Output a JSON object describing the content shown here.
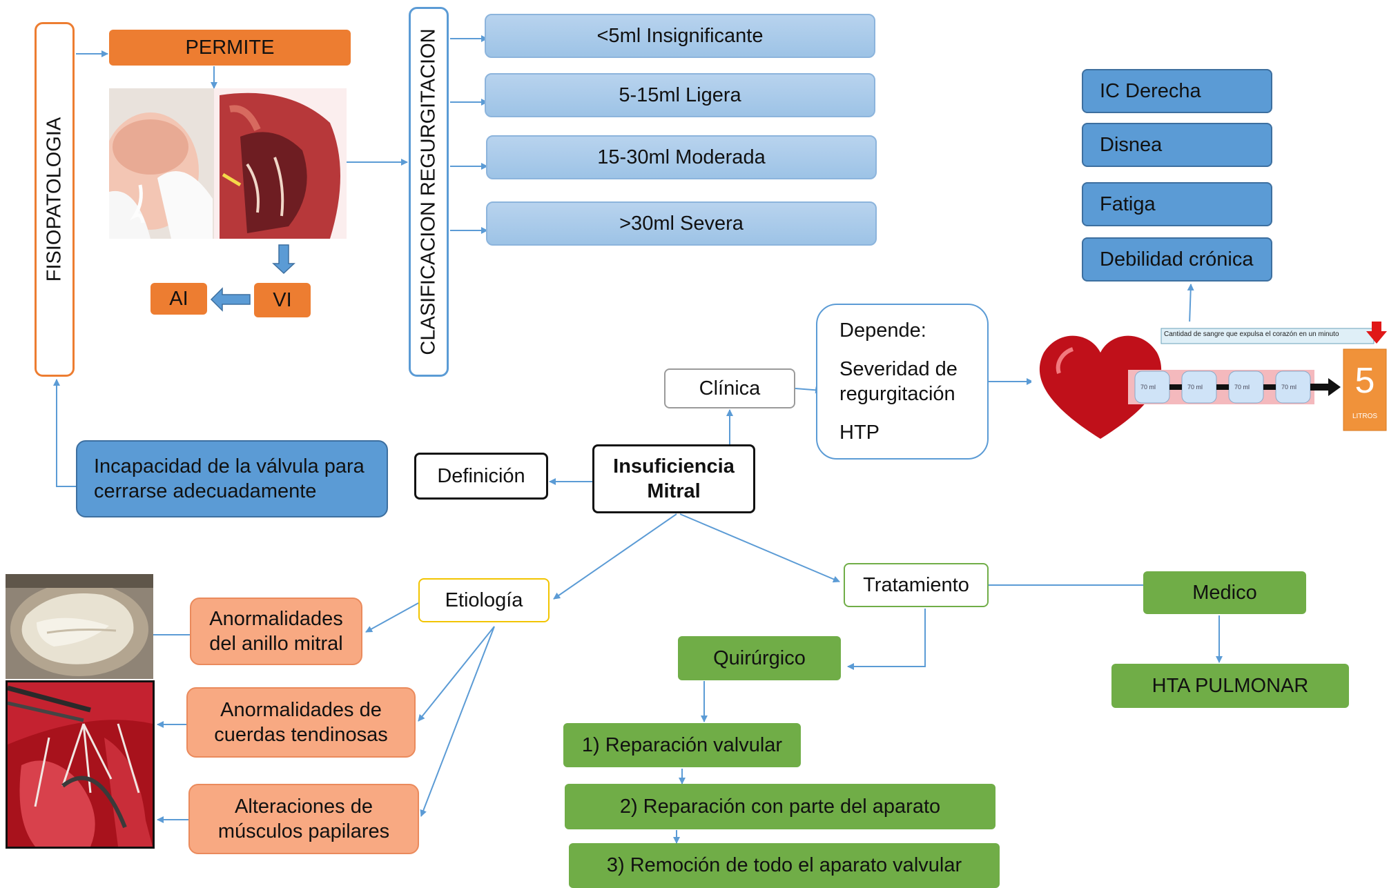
{
  "center": {
    "line1": "Insuficiencia",
    "line2": "Mitral"
  },
  "fisiopatologia": {
    "label": "FISIOPATOLOGIA",
    "permite": "PERMITE",
    "ai": "AI",
    "vi": "VI",
    "incapacidad_line1": "Incapacidad de la válvula para",
    "incapacidad_line2": "cerrarse adecuadamente"
  },
  "clasificacion": {
    "label": "CLASIFICACION REGURGITACION",
    "items": [
      "<5ml Insignificante",
      "5-15ml Ligera",
      "15-30ml Moderada",
      ">30ml Severa"
    ]
  },
  "definicion": "Definición",
  "clinica": {
    "label": "Clínica",
    "depende": "Depende:",
    "severidad_line1": "Severidad de",
    "severidad_line2": "regurgitación",
    "htp": "HTP",
    "symptoms": [
      "IC Derecha",
      "Disnea",
      "Fatiga",
      "Debilidad crónica"
    ],
    "infographic": {
      "caption": "Cantidad de sangre que expulsa el corazón en un minuto",
      "tube_label": "70 ml",
      "number": "5",
      "unit": "LITROS"
    }
  },
  "etiologia": {
    "label": "Etiología",
    "items": [
      {
        "line1": "Anormalidades",
        "line2": "del anillo mitral"
      },
      {
        "line1": "Anormalidades de",
        "line2": "cuerdas tendinosas"
      },
      {
        "line1": "Alteraciones de",
        "line2": "músculos papilares"
      }
    ]
  },
  "tratamiento": {
    "label": "Tratamiento",
    "medico": "Medico",
    "hta": "HTA PULMONAR",
    "quirurgico": "Quirúrgico",
    "steps": [
      "1) Reparación valvular",
      "2) Reparación con parte del aparato",
      "3) Remoción de todo el aparato valvular"
    ]
  },
  "colors": {
    "orange": "#ed7d31",
    "light_blue": "#9dc3e6",
    "blue": "#5b9bd5",
    "salmon": "#f8a982",
    "green": "#70ad47",
    "connector": "#5b9bd5"
  }
}
